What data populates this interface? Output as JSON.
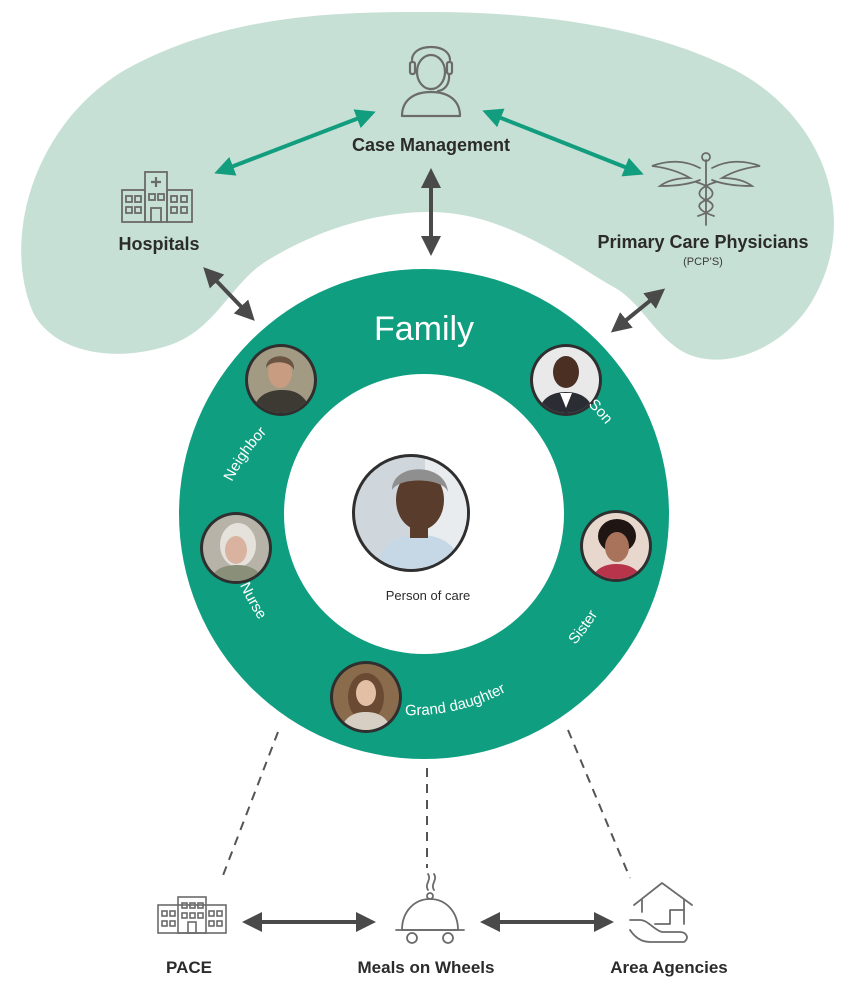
{
  "top_network": {
    "case_management": {
      "label": "Case Management",
      "icon": "headset-person-icon"
    },
    "hospitals": {
      "label": "Hospitals",
      "icon": "hospital-building-icon"
    },
    "primary_care": {
      "label": "Primary Care Physicians",
      "sublabel": "(PCP’S)",
      "icon": "caduceus-icon"
    }
  },
  "family_ring": {
    "title": "Family",
    "center": {
      "label": "Person of care",
      "icon": "elderly-woman-photo"
    },
    "members": [
      {
        "label": "Neighbor",
        "icon": "neighbor-photo"
      },
      {
        "label": "Son",
        "icon": "son-photo"
      },
      {
        "label": "Nurse",
        "icon": "nurse-photo"
      },
      {
        "label": "Sister",
        "icon": "sister-photo"
      },
      {
        "label": "Grand daughter",
        "icon": "grand-daughter-photo"
      }
    ]
  },
  "bottom_services": {
    "pace": {
      "label": "PACE",
      "icon": "building-icon"
    },
    "meals": {
      "label": "Meals on Wheels",
      "icon": "food-cloche-icon"
    },
    "area": {
      "label": "Area Agencies",
      "icon": "house-hand-icon"
    }
  },
  "colors": {
    "cloud": "#c7e0d5",
    "ring": "#0f9e7f",
    "teal_arrow": "#129e7e",
    "dark_arrow": "#4a4a4a",
    "icon_gray": "#6b6b6b",
    "text": "#2b2b2b"
  }
}
